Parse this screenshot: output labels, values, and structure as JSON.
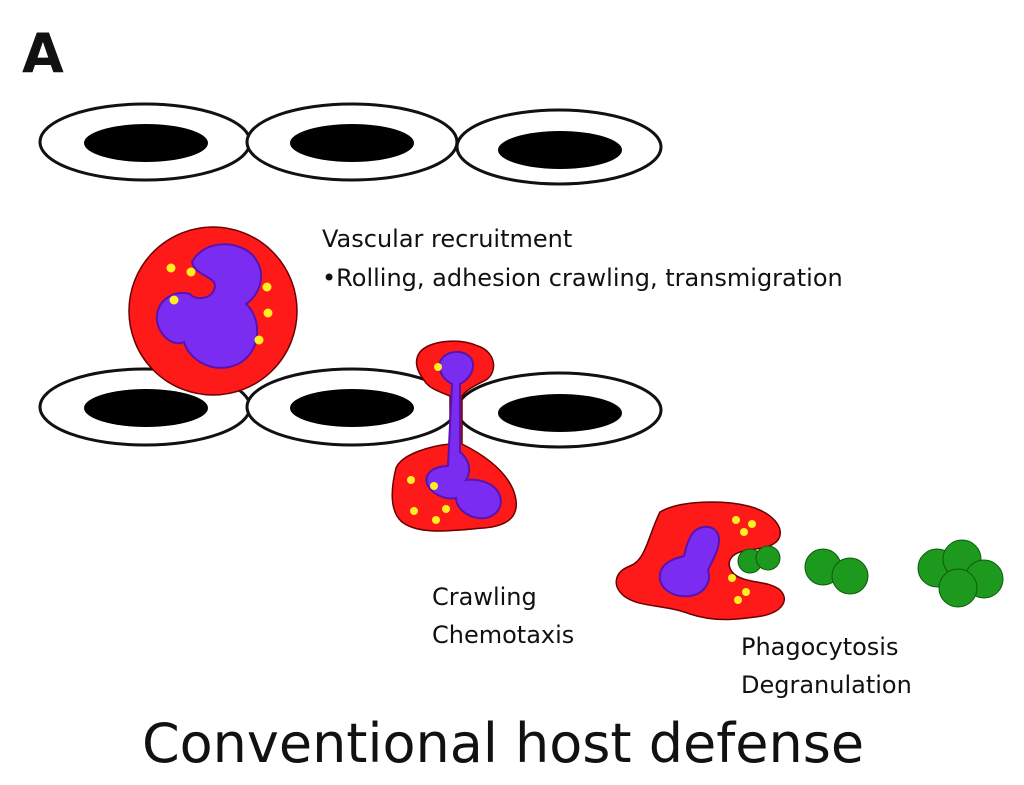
{
  "panel_label": "A",
  "labels": {
    "vascular_title": "Vascular recruitment",
    "vascular_detail": "•Rolling, adhesion crawling, transmigration",
    "crawling": "Crawling",
    "chemotaxis": "Chemotaxis",
    "phagocytosis": "Phagocytosis",
    "degranulation": "Degranulation"
  },
  "title": "Conventional host defense",
  "colors": {
    "cell_body": "#ff1a1a",
    "nucleus": "#7a2cf0",
    "granule": "#ffee22",
    "bacteria": "#1d9a1d",
    "endothelial_nucleus": "#000000",
    "outline": "#111111"
  }
}
